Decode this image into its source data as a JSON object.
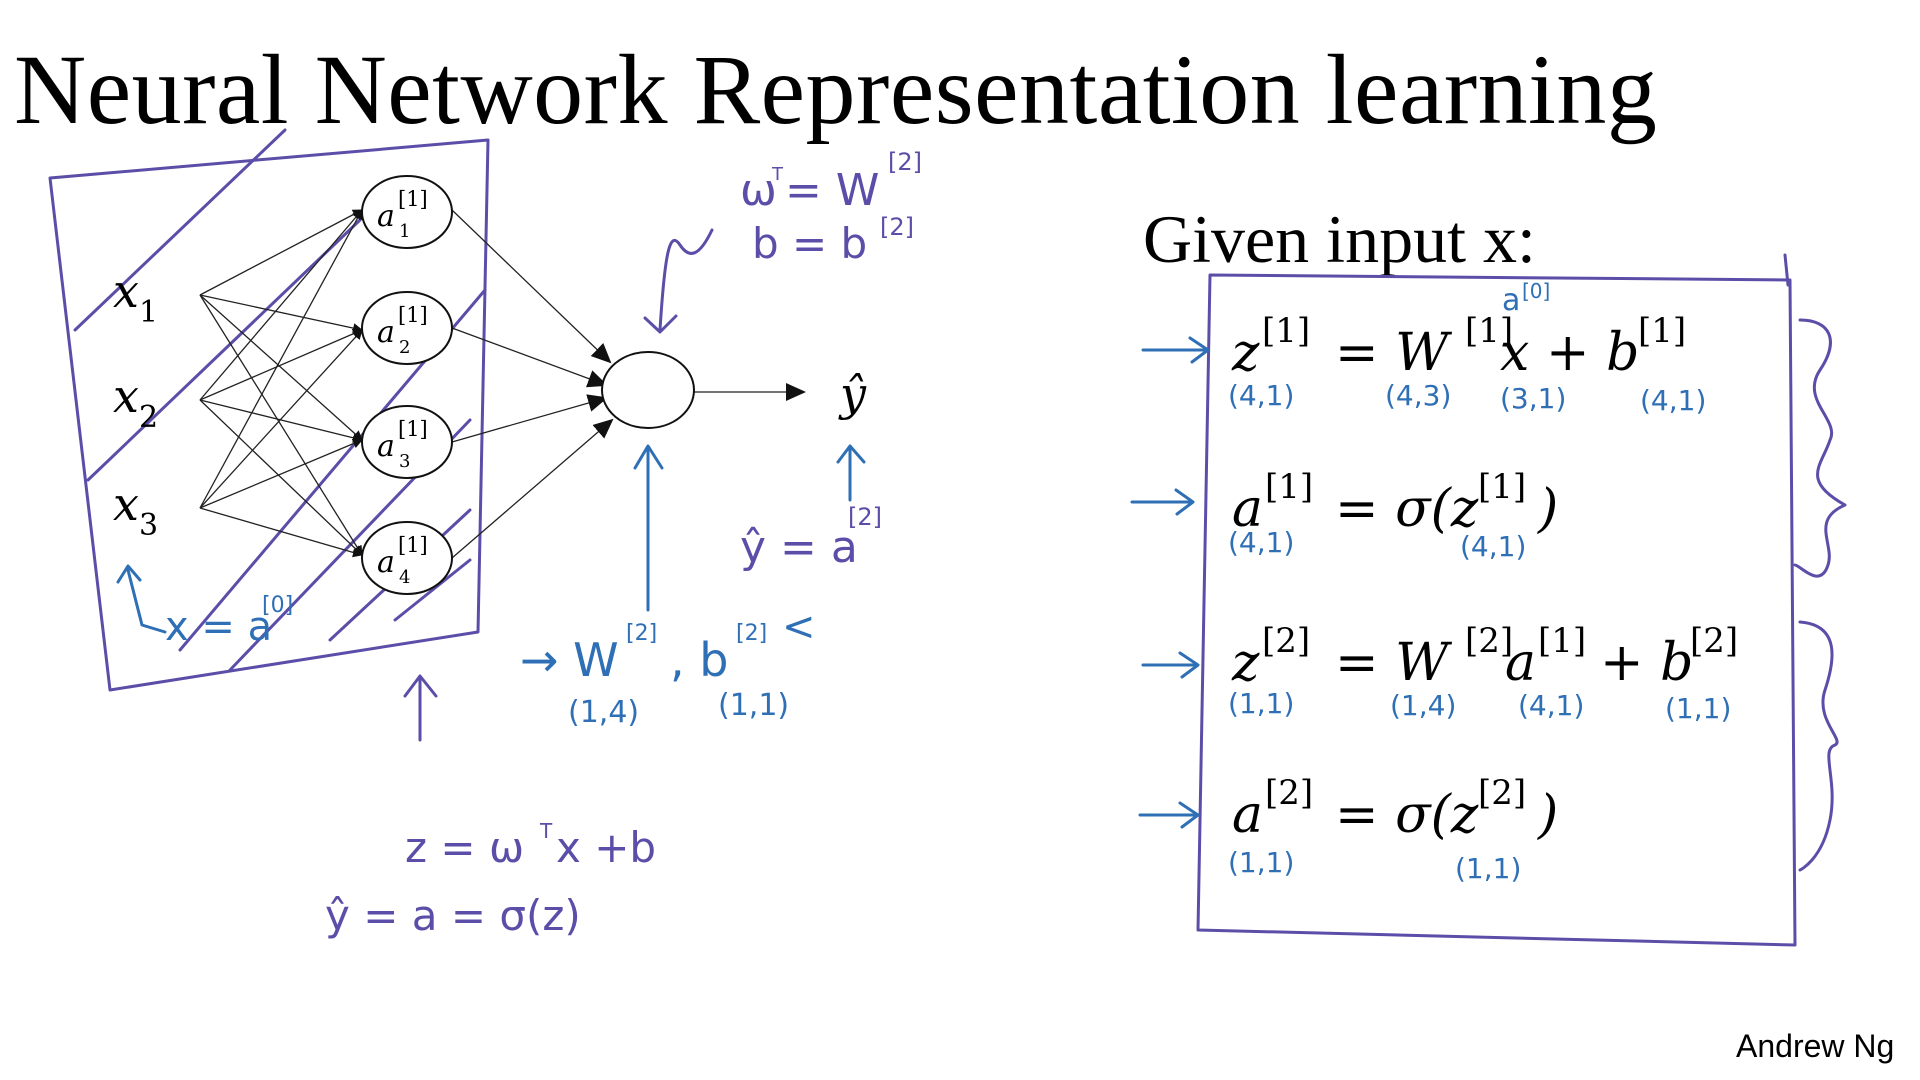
{
  "title": "Neural Network Representation learning",
  "given_input": "Given input x:",
  "author": "Andrew Ng",
  "network": {
    "inputs": [
      "x",
      "x",
      "x"
    ],
    "input_subscripts": [
      "1",
      "2",
      "3"
    ],
    "hidden_superscript": "[1]",
    "hidden_subscripts": [
      "1",
      "2",
      "3",
      "4"
    ],
    "hidden_base": "a",
    "output": "ŷ"
  },
  "equations": [
    {
      "lhs": "z",
      "lhs_sup": "[1]",
      "rhs": "= W",
      "rhs_sup": "[1]",
      "mid": "x",
      "tail": "+ b",
      "tail_sup": "[1]"
    },
    {
      "lhs": "a",
      "lhs_sup": "[1]",
      "rhs": "= σ(z",
      "rhs_sup": "[1]",
      "tail": ")"
    },
    {
      "lhs": "z",
      "lhs_sup": "[2]",
      "rhs": "= W",
      "rhs_sup": "[2]",
      "mid": "a",
      "mid_sup": "[1]",
      "tail": "+ b",
      "tail_sup": "[2]"
    },
    {
      "lhs": "a",
      "lhs_sup": "[2]",
      "rhs": "= σ(z",
      "rhs_sup": "[2]",
      "tail": ")"
    }
  ],
  "handwritten": {
    "wt_eq": "ω",
    "wt_sup": "T",
    "wt_rhs": "= W",
    "wt_rhs_sup": "[2]",
    "b_eq": "b = b",
    "b_sup": "[2]",
    "yhat_eq": "ŷ = a",
    "yhat_sup": "[2]",
    "x_eq": "x = a",
    "x_sup": "[0]",
    "w2b2": "→ W",
    "w2_sup": "[2]",
    "b2": ", b",
    "b2_sup": "[2]",
    "b2_arrow": "<",
    "w2_dim": "(1,4)",
    "b2_dim": "(1,1)",
    "z_eq": "z = ω",
    "z_sup": "T",
    "z_tail": "x +b",
    "yhat2": "ŷ =  a  = σ(z)",
    "a0": "a",
    "a0_sup": "[0]",
    "dims": [
      [
        "(4,1)",
        "(4,3)",
        "(3,1)",
        "(4,1)"
      ],
      [
        "(4,1)",
        "(4,1)"
      ],
      [
        "(1,1)",
        "(1,4)",
        "(4,1)",
        "(1,1)"
      ],
      [
        "(1,1)",
        "(1,1)"
      ]
    ]
  },
  "colors": {
    "violet_ink": "#5b4ea8",
    "blue_ink": "#2f6fb5"
  }
}
